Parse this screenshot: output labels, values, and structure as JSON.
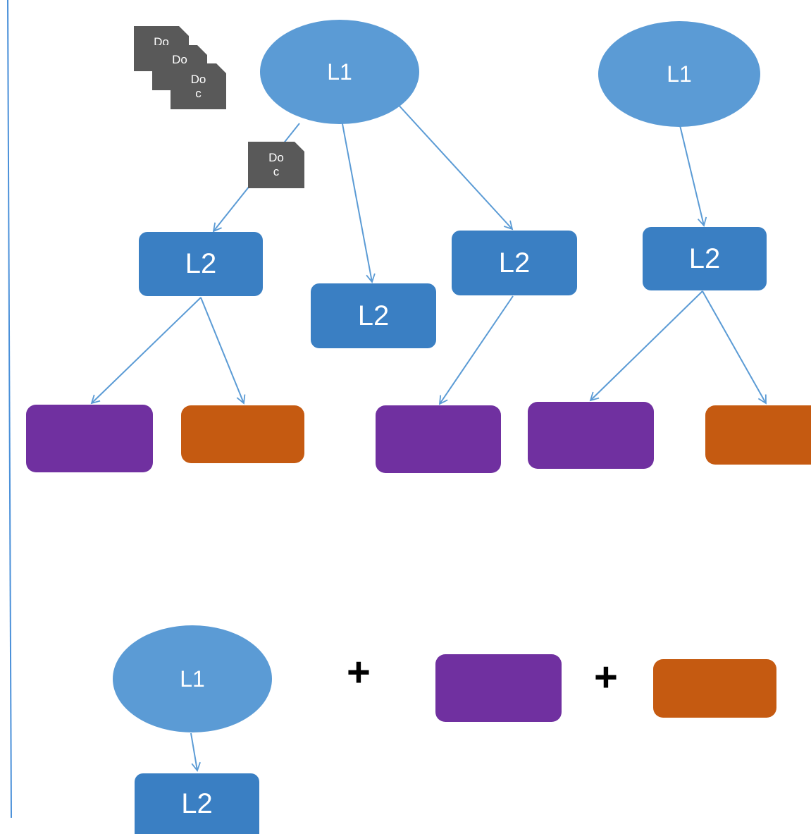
{
  "colors": {
    "l1_fill": "#5b9bd5",
    "l2_fill": "#3a7fc3",
    "purple": "#7030a0",
    "orange": "#c55a11",
    "doc": "#595959",
    "arrow": "#5b9bd5"
  },
  "tree_left": {
    "root": "L1",
    "children": [
      "L2",
      "L2",
      "L2"
    ],
    "doc_stack": [
      {
        "line1": "Do",
        "line2": ""
      },
      {
        "line1": "Do",
        "line2": ""
      },
      {
        "line1": "Do",
        "line2": "c"
      }
    ],
    "doc_on_edge": {
      "line1": "Do",
      "line2": "c"
    }
  },
  "tree_right": {
    "root": "L1",
    "child": "L2"
  },
  "bottom": {
    "root": "L1",
    "child": "L2",
    "plus_1": "+",
    "plus_2": "+"
  }
}
